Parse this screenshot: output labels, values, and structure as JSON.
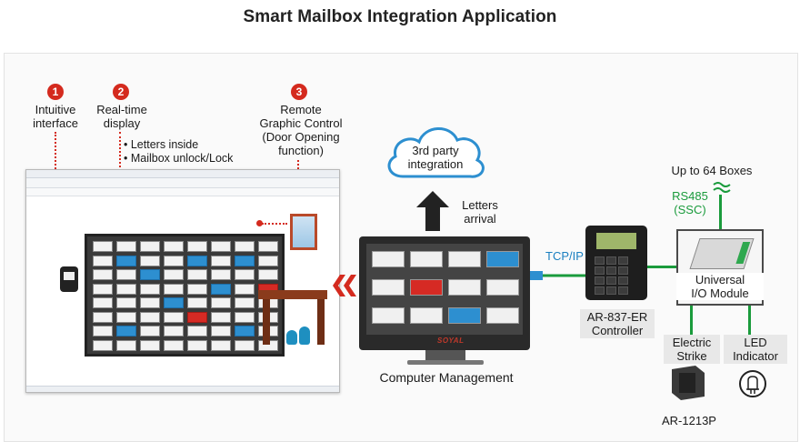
{
  "title": "Smart Mailbox Integration Application",
  "steps": [
    {
      "num": "1",
      "label_lines": [
        "Intuitive",
        "interface"
      ]
    },
    {
      "num": "2",
      "label_lines": [
        "Real-time",
        "display"
      ]
    },
    {
      "num": "3",
      "label_lines": [
        "Remote",
        "Graphic Control",
        "(Door Opening",
        "function)"
      ]
    }
  ],
  "bullets": [
    "Letters inside",
    "Mailbox unlock/Lock"
  ],
  "cloud": {
    "lines": [
      "3rd party",
      "integration"
    ]
  },
  "letters_arrival": {
    "lines": [
      "Letters",
      "arrival"
    ]
  },
  "computer_label": "Computer Management",
  "monitor_brand": "SOYAL",
  "tcpip": "TCP/IP",
  "controller": {
    "lines": [
      "AR-837-ER",
      "Controller"
    ]
  },
  "io_module": {
    "lines": [
      "Universal",
      "I/O Module"
    ]
  },
  "up_to": "Up to 64 Boxes",
  "rs485": {
    "lines": [
      "RS485",
      "(SSC)"
    ]
  },
  "electric_strike": {
    "lines": [
      "Electric",
      "Strike"
    ]
  },
  "led_indicator": {
    "lines": [
      "LED",
      "Indicator"
    ]
  },
  "ar1213p": "AR-1213P",
  "colors": {
    "red": "#d42a1e",
    "blue": "#2d8fd0",
    "green": "#1a9b3c"
  }
}
